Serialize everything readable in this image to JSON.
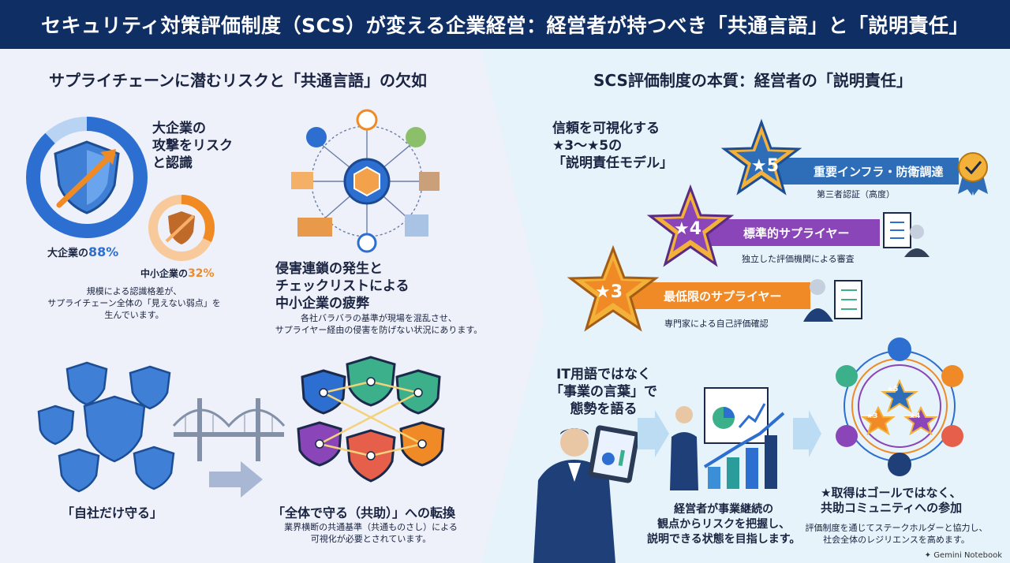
{
  "header": {
    "title": "セキュリティ対策評価制度（SCS）が変える企業経営：経営者が持つべき「共通言語」と「説明責任」"
  },
  "left": {
    "title": "サプライチェーンに潜むリスクと「共通言語」の欠如",
    "large_caption": "大企業の\n攻撃をリスク\nと認識",
    "large_label": "大企業の",
    "large_pct": "88%",
    "large_value": 0.88,
    "small_label": "中小企業の",
    "small_pct": "32%",
    "small_value": 0.32,
    "gap_note": "規模による認識格差が、\nサプライチェーン全体の「見えない弱点」を\n生んでいます。",
    "chain_title": "侵害連鎖の発生と\nチェックリストによる\n中小企業の疲弊",
    "chain_note": "各社バラバラの基準が現場を混乱させ、\nサプライヤー経由の侵害を防げない状況にあります。",
    "self_label": "「自社だけ守る」",
    "shift_label": "「全体で守る（共助）」への転換",
    "shift_note": "業界横断の共通基準（共通ものさし）による\n可視化が必要とされています。"
  },
  "right": {
    "title": "SCS評価制度の本質：経営者の「説明責任」",
    "model_caption": "信頼を可視化する\n★3〜★5の\n「説明責任モデル」",
    "levels": [
      {
        "star": "5",
        "label": "重要インフラ・防衛調達",
        "sub": "第三者認証（高度）",
        "color": "#2e6db8"
      },
      {
        "star": "4",
        "label": "標準的サプライヤー",
        "sub": "独立した評価機関による審査",
        "color": "#8a45b8"
      },
      {
        "star": "3",
        "label": "最低限のサプライヤー",
        "sub": "専門家による自己評価確認",
        "color": "#ef8a26"
      }
    ],
    "biz_caption": "IT用語ではなく\n「事業の言葉」で\n態勢を語る",
    "mgr_caption": "経営者が事業継続の\n観点からリスクを把握し、\n説明できる状態を目指します。",
    "community_title": "★取得はゴールではなく、\n共助コミュニティへの参加",
    "community_note": "評価制度を通じてステークホルダーと協力し、\n社会全体のレジリエンスを高めます。",
    "community_stars": [
      "5",
      "3",
      "4"
    ]
  },
  "footer": {
    "brand": "Gemini Notebook"
  }
}
